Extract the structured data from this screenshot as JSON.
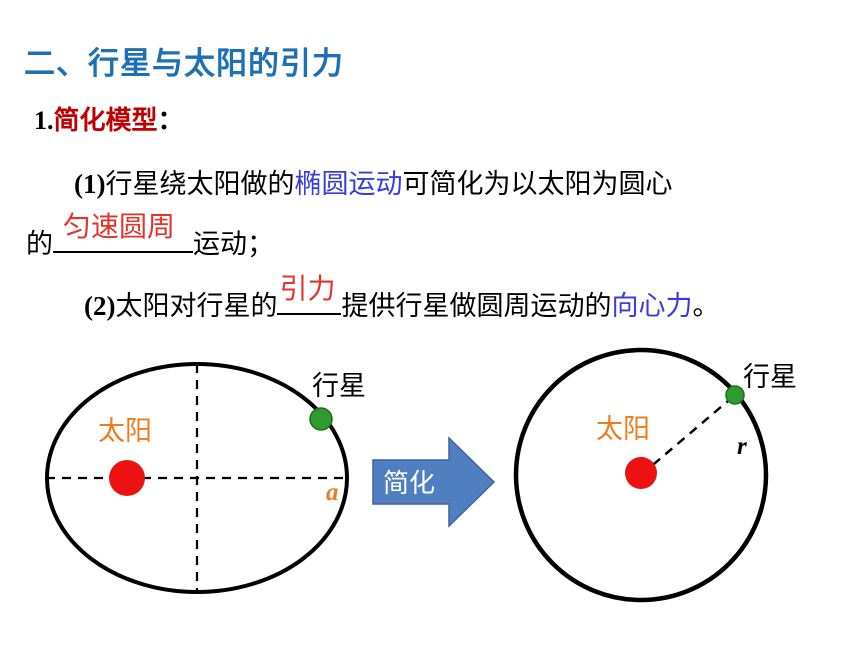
{
  "heading": "二、行星与太阳的引力",
  "subheading": {
    "prefix": "1.",
    "title": "简化模型",
    "suffix": "："
  },
  "line1": {
    "num": "(1)",
    "a": "行星绕太阳做的",
    "highlight": "椭圆运动",
    "b": "可简化为以太阳为圆心"
  },
  "line2": {
    "a": "的",
    "answer": "匀速圆周",
    "b": "运动；"
  },
  "line3": {
    "num": "(2)",
    "a": "太阳对行星的",
    "answer": "引力",
    "b": "提供行星做圆周运动的",
    "highlight": "向心力",
    "c": "。"
  },
  "diagram": {
    "left": {
      "sun_label": "太阳",
      "planet_label": "行星",
      "axis_label": "a"
    },
    "arrow_label": "简化",
    "right": {
      "sun_label": "太阳",
      "planet_label": "行星",
      "radius_label": "r"
    }
  },
  "colors": {
    "heading": "#1f6fb4",
    "subheading_title": "#c00000",
    "highlight": "#3b3bdc",
    "handwritten_answer": "#e5322d",
    "sun": "#ee1111",
    "planet": "#2e9b2e",
    "sun_label": "#f07b1d",
    "arrow": "#4f7fc0"
  }
}
